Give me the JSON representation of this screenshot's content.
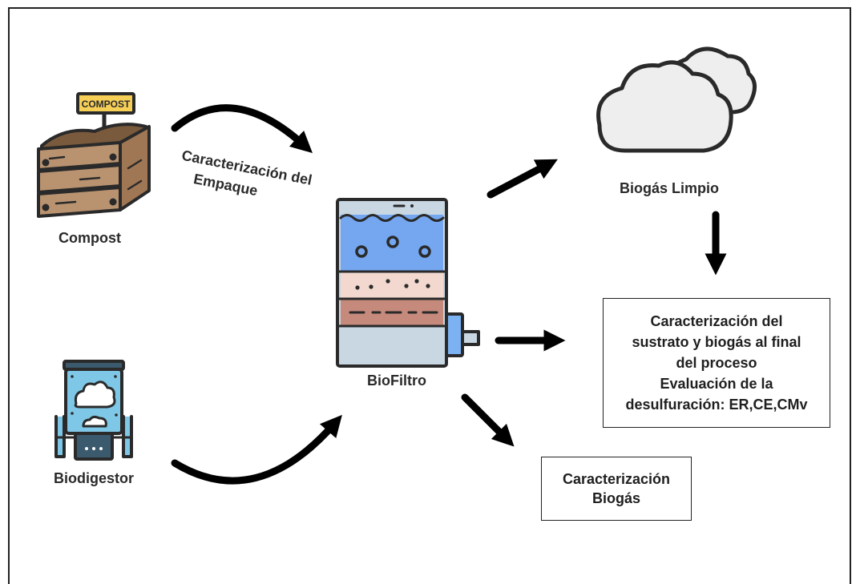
{
  "nodes": {
    "compost": {
      "label": "Compost",
      "sign": "COMPOST"
    },
    "biodigestor": {
      "label": "Biodigestor"
    },
    "biofiltro": {
      "label": "BioFiltro"
    },
    "clean_biogas": {
      "label": "Biogás Limpio"
    }
  },
  "edges": {
    "packing": {
      "line1": "Caracterización del",
      "line2": "Empaque"
    }
  },
  "boxes": {
    "final": {
      "line1": "Caracterización del",
      "line2": "sustrato y biogás al final",
      "line3": "del proceso",
      "line4": "Evaluación de la",
      "line5": "desulfuración: ER,CE,CMv"
    },
    "biogas": {
      "line1": "Caracterización",
      "line2": "Biogás"
    }
  },
  "colors": {
    "arrow": "#000000",
    "water": "#74a7f0",
    "soil_light": "#f2d8cf",
    "soil_dark": "#c58a7b",
    "base": "#c8d7e2",
    "wood": "#b99370",
    "wood_dark": "#a07755",
    "sign": "#f6cf57",
    "cloud": "#eeeeee",
    "biodigestor": "#7fc7e6"
  }
}
